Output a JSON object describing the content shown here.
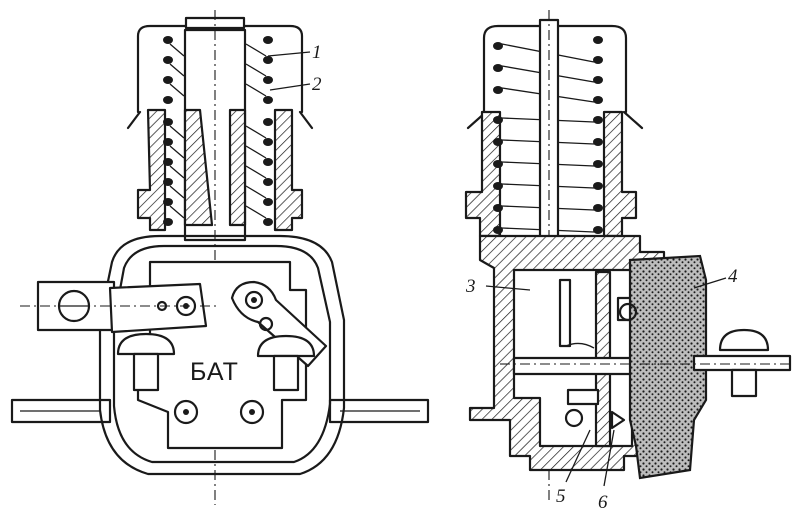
{
  "figure": {
    "plate_text": "БАТ",
    "callouts": {
      "c1": "1",
      "c2": "2",
      "c3": "3",
      "c4": "4",
      "c5": "5",
      "c6": "6"
    }
  }
}
